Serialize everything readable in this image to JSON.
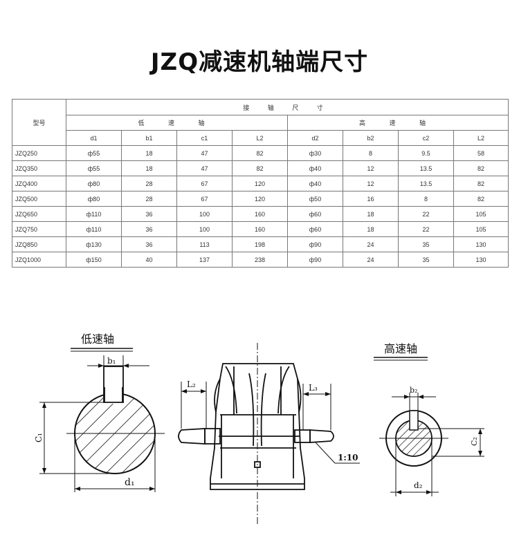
{
  "page": {
    "title": "JZQ减速机轴端尺寸"
  },
  "table": {
    "model_header": "型号",
    "group_header": "接 轴 尺 寸",
    "low_header": "低 速 轴",
    "high_header": "高 速 轴",
    "columns": [
      "d1",
      "b1",
      "c1",
      "L2",
      "d2",
      "b2",
      "c2",
      "L2"
    ],
    "rows": [
      [
        "JZQ250",
        "ф55",
        "18",
        "47",
        "82",
        "ф30",
        "8",
        "9.5",
        "58"
      ],
      [
        "JZQ350",
        "ф55",
        "18",
        "47",
        "82",
        "ф40",
        "12",
        "13.5",
        "82"
      ],
      [
        "JZQ400",
        "ф80",
        "28",
        "67",
        "120",
        "ф40",
        "12",
        "13.5",
        "82"
      ],
      [
        "JZQ500",
        "ф80",
        "28",
        "67",
        "120",
        "ф50",
        "16",
        "8",
        "82"
      ],
      [
        "JZQ650",
        "ф110",
        "36",
        "100",
        "160",
        "ф60",
        "18",
        "22",
        "105"
      ],
      [
        "JZQ750",
        "ф110",
        "36",
        "100",
        "160",
        "ф60",
        "18",
        "22",
        "105"
      ],
      [
        "JZQ850",
        "ф130",
        "36",
        "113",
        "198",
        "ф90",
        "24",
        "35",
        "130"
      ],
      [
        "JZQ1000",
        "ф150",
        "40",
        "137",
        "238",
        "ф90",
        "24",
        "35",
        "130"
      ]
    ]
  },
  "diagram": {
    "low_shaft_title": "低速轴",
    "high_shaft_title": "高速轴",
    "b1": "b₁",
    "c1": "C₁",
    "d1": "d₁",
    "L2_left": "L₂",
    "L3_right": "L₃",
    "taper": "1:10",
    "b2": "b₂",
    "c2": "C₂",
    "d2": "d₂"
  }
}
